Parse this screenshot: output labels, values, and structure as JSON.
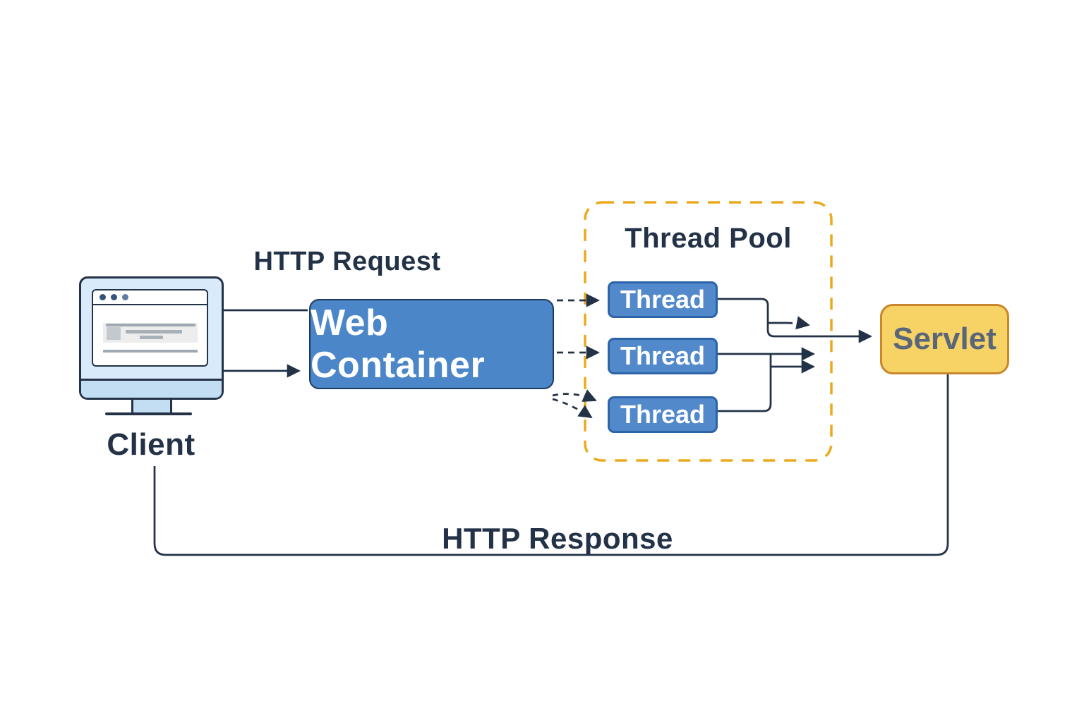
{
  "client": {
    "label": "Client",
    "icon": "computer-monitor-icon"
  },
  "request": {
    "label": "HTTP Request"
  },
  "web_container": {
    "label": "Web Container"
  },
  "thread_pool": {
    "title": "Thread Pool",
    "threads": [
      "Thread",
      "Thread",
      "Thread"
    ]
  },
  "servlet": {
    "label": "Servlet"
  },
  "response": {
    "label": "HTTP Response"
  },
  "colors": {
    "ink": "#233247",
    "container_blue": "#4A86C8",
    "thread_blue": "#5289CB",
    "thread_border": "#2D63A7",
    "pool_border": "#EBAA1E",
    "servlet_fill": "#F7D366",
    "servlet_border": "#C8872B",
    "monitor_fill": "#D9EBFA",
    "monitor_chin": "#C3DEF3",
    "text_on_servlet": "#59667A"
  }
}
